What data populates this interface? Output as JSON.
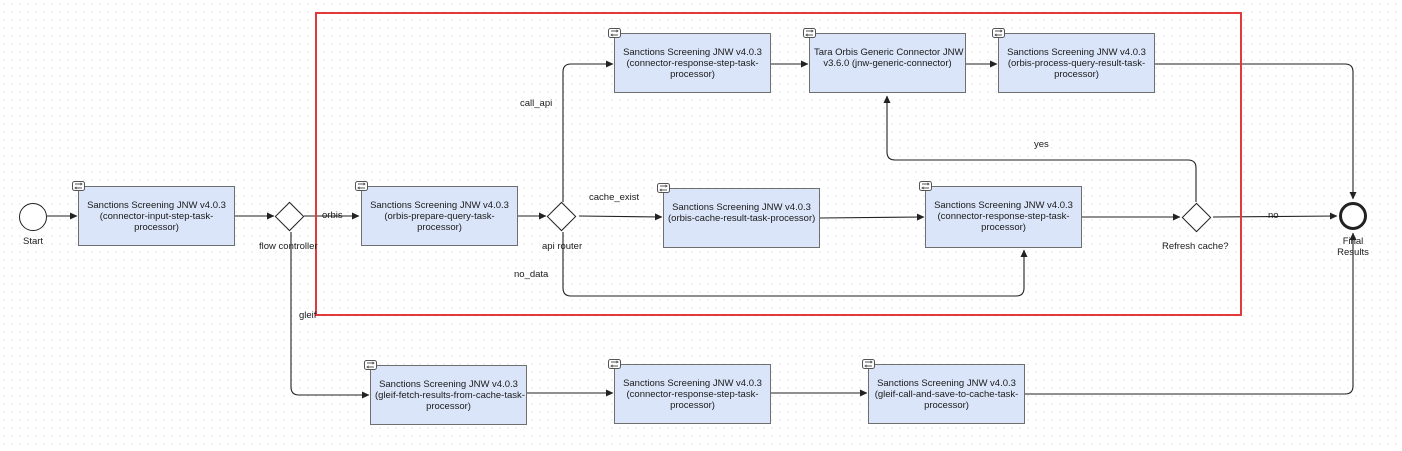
{
  "events": {
    "start_label": "Start",
    "end_label_line1": "Final",
    "end_label_line2": "Results"
  },
  "gateways": {
    "flow_controller": "flow controller",
    "api_router": "api router",
    "refresh_cache": "Refresh cache?"
  },
  "tasks": {
    "input_step": [
      "Sanctions Screening JNW v4.0.3",
      "(connector-input-step-task-",
      "processor)"
    ],
    "orbis_prepare": [
      "Sanctions Screening JNW v4.0.3",
      "(orbis-prepare-query-task-",
      "processor)"
    ],
    "response_step_top": [
      "Sanctions Screening JNW v4.0.3",
      "(connector-response-step-task-",
      "processor)"
    ],
    "generic_connector": [
      "Tara Orbis Generic Connector JNW",
      "v3.6.0 (jnw-generic-connector)"
    ],
    "orbis_process": [
      "Sanctions Screening JNW v4.0.3",
      "(orbis-process-query-result-task-",
      "processor)"
    ],
    "orbis_cache": [
      "Sanctions Screening JNW v4.0.3",
      "(orbis-cache-result-task-processor)"
    ],
    "response_step_mid": [
      "Sanctions Screening JNW v4.0.3",
      "(connector-response-step-task-",
      "processor)"
    ],
    "gleif_fetch": [
      "Sanctions Screening JNW v4.0.3",
      "(gleif-fetch-results-from-cache-task-",
      "processor)"
    ],
    "response_step_bottom": [
      "Sanctions Screening JNW v4.0.3",
      "(connector-response-step-task-",
      "processor)"
    ],
    "gleif_call": [
      "Sanctions Screening JNW v4.0.3",
      "(gleif-call-and-save-to-cache-task-",
      "processor)"
    ]
  },
  "edge_labels": {
    "orbis": "orbis",
    "gleif": "gleif",
    "call_api": "call_api",
    "cache_exist": "cache_exist",
    "no_data": "no_data",
    "yes": "yes",
    "no": "no"
  },
  "colors": {
    "task_fill": "#dae5f9",
    "selection_border": "#e03a3a",
    "edge": "#222222"
  },
  "icons": {
    "task": "service-task-icon"
  }
}
